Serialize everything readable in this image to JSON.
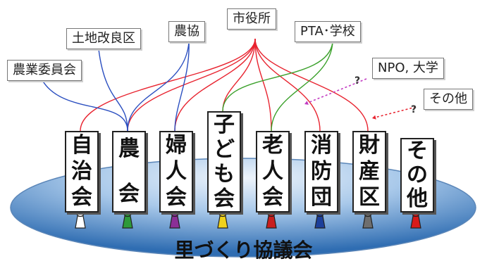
{
  "external_orgs": [
    {
      "id": "nougyou",
      "label": "農業委員会"
    },
    {
      "id": "tochi",
      "label": "土地改良区"
    },
    {
      "id": "noukyou",
      "label": "農協"
    },
    {
      "id": "shiyakusho",
      "label": "市役所"
    },
    {
      "id": "pta",
      "label": "PTA･学校"
    },
    {
      "id": "npo",
      "label": "NPO, 大学"
    },
    {
      "id": "sonota_ext",
      "label": "その他"
    }
  ],
  "question_mark": "?",
  "local_orgs": [
    {
      "id": "jichikai",
      "chars": [
        "自",
        "治",
        "会"
      ],
      "person_color": "#ffffff"
    },
    {
      "id": "noukai",
      "chars": [
        "農",
        "",
        "会"
      ],
      "person_color": "#2e9a3a"
    },
    {
      "id": "fujinkai",
      "chars": [
        "婦",
        "人",
        "会"
      ],
      "person_color": "#8b2f96"
    },
    {
      "id": "kodomokai",
      "chars": [
        "子",
        "ど",
        "も",
        "会"
      ],
      "person_color": "#f0d21c"
    },
    {
      "id": "roujinkai",
      "chars": [
        "老",
        "人",
        "会"
      ],
      "person_color": "#c81e1e"
    },
    {
      "id": "shouboudan",
      "chars": [
        "消",
        "防",
        "団"
      ],
      "person_color": "#1c3f9a"
    },
    {
      "id": "zaisanku",
      "chars": [
        "財",
        "産",
        "区"
      ],
      "person_color": "#6e6e6e"
    },
    {
      "id": "sonota",
      "chars": [
        "そ",
        "の",
        "他"
      ],
      "person_color": "#d81a1a"
    }
  ],
  "council_label": "里づくり協議会",
  "colors": {
    "shiyakusho_lines": "#e8232f",
    "agri_lines": "#2b4fc0",
    "pta_lines": "#3aa02a",
    "npo_arrow": "#c23bc2",
    "other_arrow": "#e8232f",
    "ellipse_top": "#dfeaf7",
    "ellipse_bottom": "#3a78bd"
  }
}
